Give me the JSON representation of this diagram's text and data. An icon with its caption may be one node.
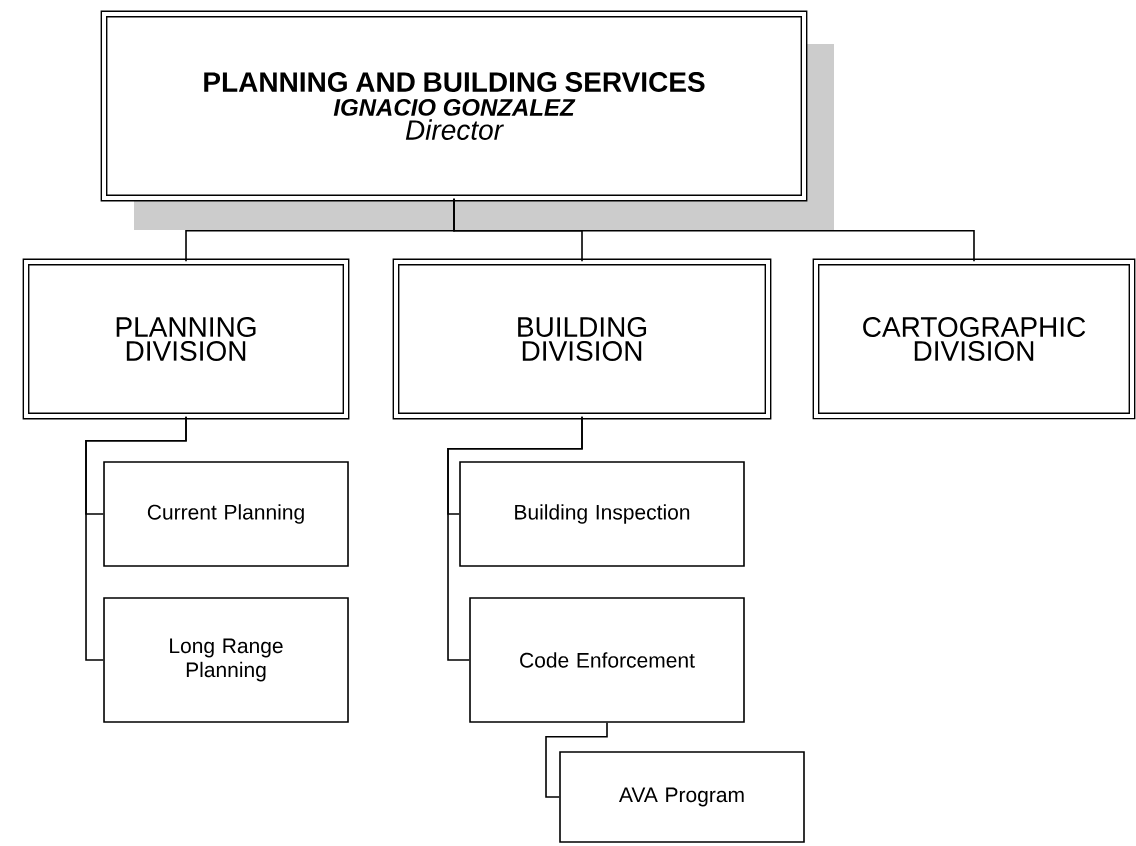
{
  "diagram": {
    "nodes": [
      {
        "text": [
          "PLANNING AND BUILDING SERVICES",
          "IGNACIO GONZALEZ",
          "Director"
        ]
      },
      {
        "text": [
          "PLANNING DIVISION"
        ]
      },
      {
        "text": [
          "BUILDING DIVISION"
        ]
      },
      {
        "text": [
          "CARTOGRAPHIC DIVISION"
        ]
      },
      {
        "text": [
          "Current Planning"
        ]
      },
      {
        "text": [
          "Long Range Planning"
        ]
      },
      {
        "text": [
          "Building Inspection"
        ]
      },
      {
        "text": [
          "Code Enforcement"
        ]
      },
      {
        "text": [
          "AVA Program"
        ]
      }
    ],
    "edges": [
      {
        "from": 0,
        "to": 1,
        "arrow": "none"
      },
      {
        "from": 0,
        "to": 2,
        "arrow": "none"
      },
      {
        "from": 0,
        "to": 3,
        "arrow": "none"
      },
      {
        "from": 1,
        "to": 4,
        "arrow": "none"
      },
      {
        "from": 1,
        "to": 5,
        "arrow": "none"
      },
      {
        "from": 2,
        "to": 6,
        "arrow": "none"
      },
      {
        "from": 2,
        "to": 7,
        "arrow": "none"
      },
      {
        "from": 7,
        "to": 8,
        "arrow": "none"
      }
    ]
  }
}
